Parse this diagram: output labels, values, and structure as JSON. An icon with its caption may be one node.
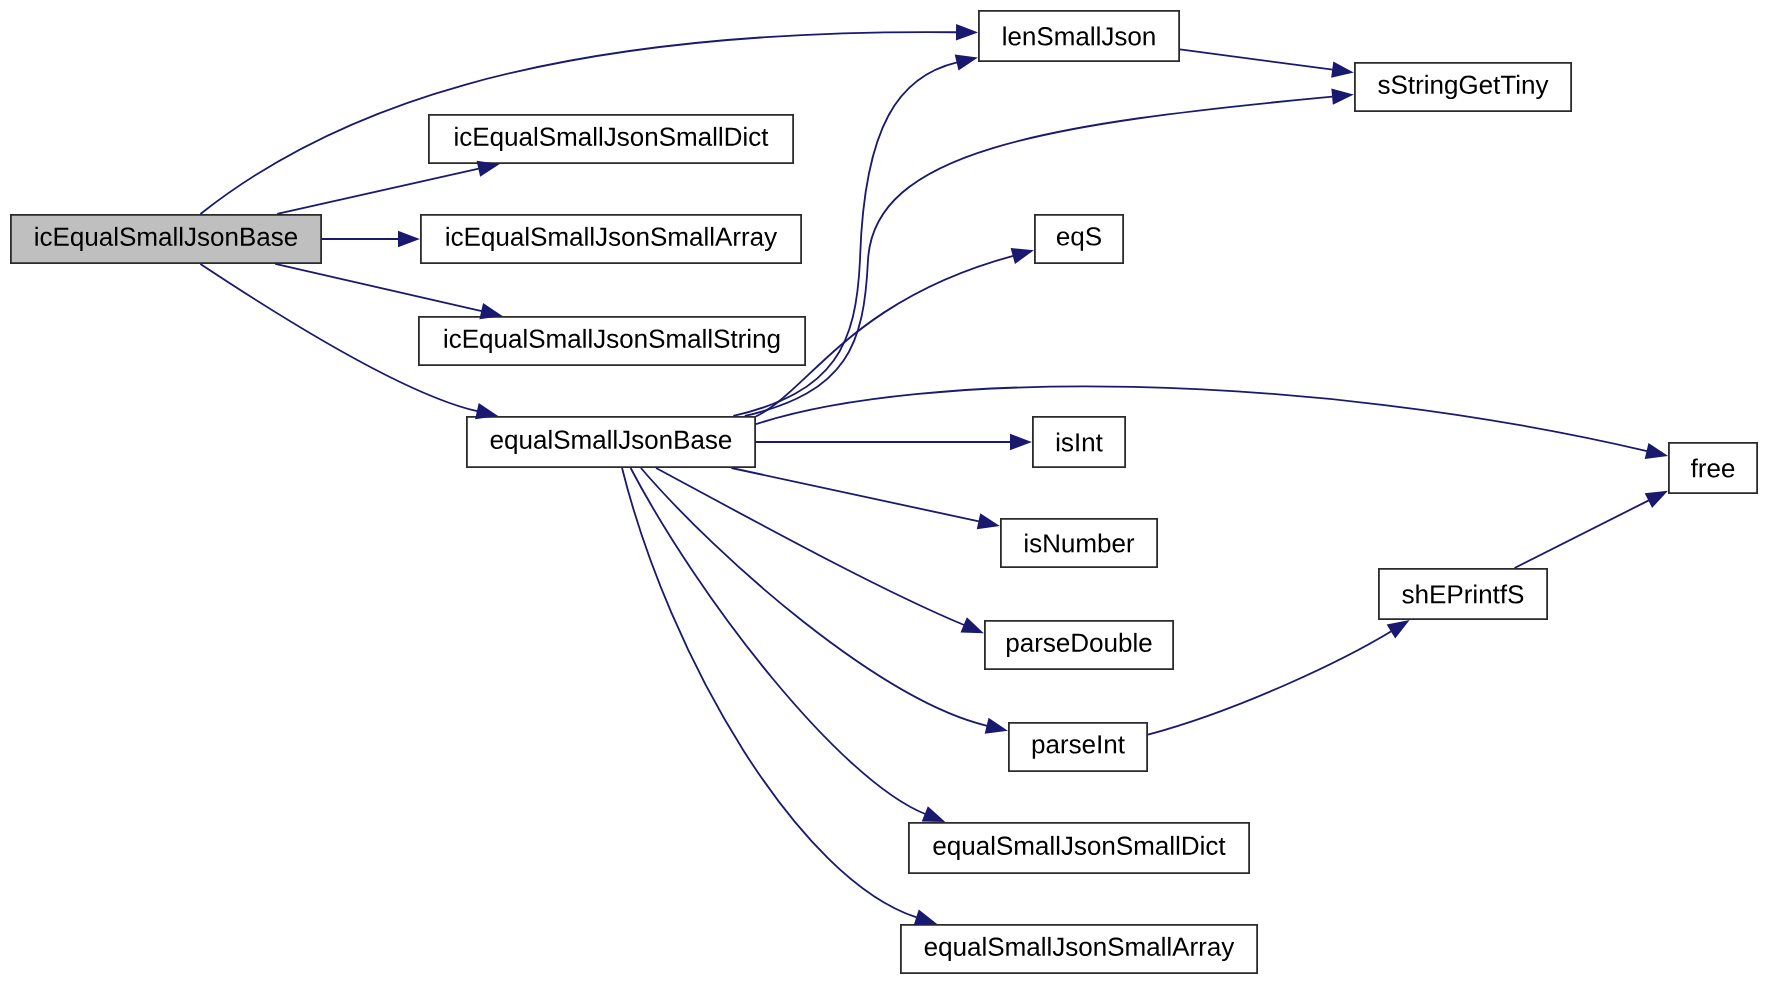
{
  "diagram": {
    "nodes": [
      {
        "text": [
          "icEqualSmallJsonBase"
        ]
      },
      {
        "text": [
          "icEqualSmallJsonSmallDict"
        ]
      },
      {
        "text": [
          "icEqualSmallJsonSmallArray"
        ]
      },
      {
        "text": [
          "icEqualSmallJsonSmallString"
        ]
      },
      {
        "text": [
          "equalSmallJsonBase"
        ]
      },
      {
        "text": [
          "lenSmallJson"
        ]
      },
      {
        "text": [
          "eqS"
        ]
      },
      {
        "text": [
          "isInt"
        ]
      },
      {
        "text": [
          "isNumber"
        ]
      },
      {
        "text": [
          "parseDouble"
        ]
      },
      {
        "text": [
          "parseInt"
        ]
      },
      {
        "text": [
          "equalSmallJsonSmallDict"
        ]
      },
      {
        "text": [
          "equalSmallJsonSmallArray"
        ]
      },
      {
        "text": [
          "sStringGetTiny"
        ]
      },
      {
        "text": [
          "shEPrintfS"
        ]
      },
      {
        "text": [
          "free"
        ]
      }
    ],
    "edges": [
      {
        "from": 0,
        "to": 5,
        "arrow": "to"
      },
      {
        "from": 0,
        "to": 1,
        "arrow": "to"
      },
      {
        "from": 0,
        "to": 2,
        "arrow": "to"
      },
      {
        "from": 0,
        "to": 3,
        "arrow": "to"
      },
      {
        "from": 0,
        "to": 4,
        "arrow": "to"
      },
      {
        "from": 5,
        "to": 13,
        "arrow": "to"
      },
      {
        "from": 4,
        "to": 5,
        "arrow": "to"
      },
      {
        "from": 4,
        "to": 13,
        "arrow": "to"
      },
      {
        "from": 4,
        "to": 6,
        "arrow": "to"
      },
      {
        "from": 4,
        "to": 15,
        "arrow": "to"
      },
      {
        "from": 4,
        "to": 7,
        "arrow": "to"
      },
      {
        "from": 4,
        "to": 8,
        "arrow": "to"
      },
      {
        "from": 4,
        "to": 9,
        "arrow": "to"
      },
      {
        "from": 4,
        "to": 10,
        "arrow": "to"
      },
      {
        "from": 4,
        "to": 11,
        "arrow": "to"
      },
      {
        "from": 4,
        "to": 12,
        "arrow": "to"
      },
      {
        "from": 10,
        "to": 14,
        "arrow": "to"
      },
      {
        "from": 14,
        "to": 15,
        "arrow": "to"
      }
    ]
  }
}
